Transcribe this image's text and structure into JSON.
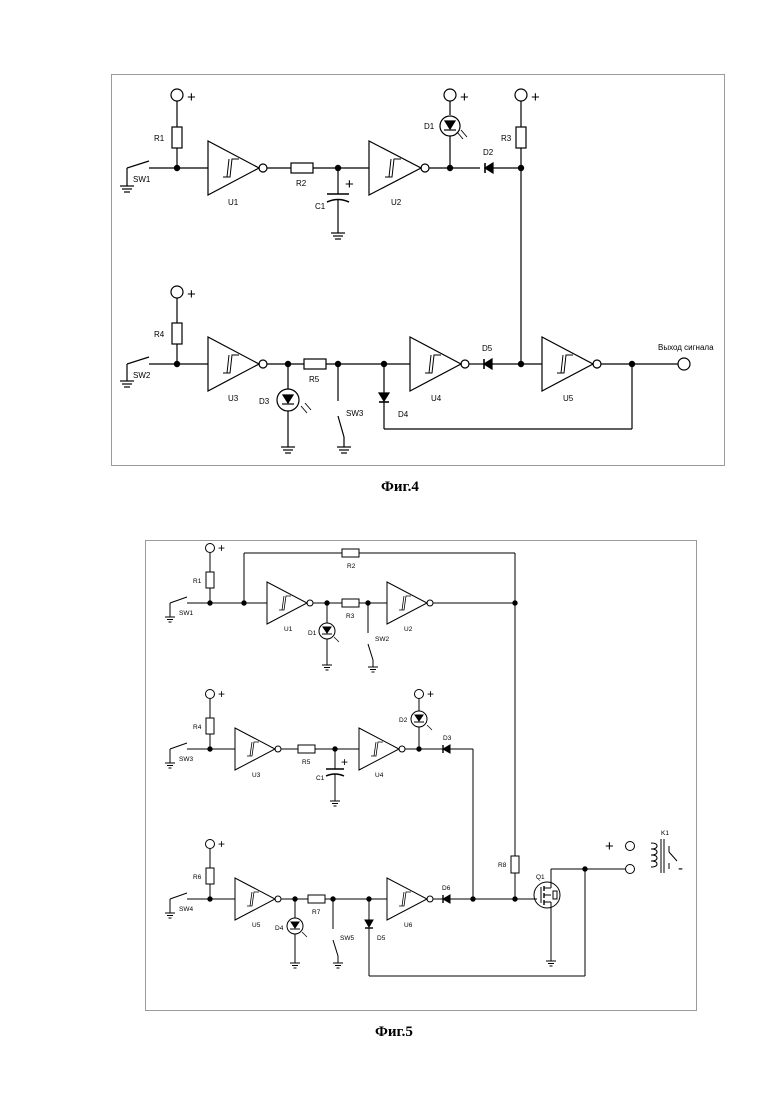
{
  "figures": [
    {
      "id": "fig4",
      "caption": "Фиг.4",
      "plus": "+",
      "output_label": "Выход сигнала",
      "labels": {
        "R1": "R1",
        "R2": "R2",
        "R3": "R3",
        "R4": "R4",
        "R5": "R5",
        "C1": "C1",
        "C1_plus": "+",
        "SW1": "SW1",
        "SW2": "SW2",
        "SW3": "SW3",
        "U1": "U1",
        "U2": "U2",
        "U3": "U3",
        "U4": "U4",
        "U5": "U5",
        "D1": "D1",
        "D2": "D2",
        "D3": "D3",
        "D4": "D4",
        "D5": "D5"
      }
    },
    {
      "id": "fig5",
      "caption": "Фиг.5",
      "plus": "+",
      "minus": "-",
      "labels": {
        "R1": "R1",
        "R2": "R2",
        "R3": "R3",
        "R4": "R4",
        "R5": "R5",
        "R6": "R6",
        "R7": "R7",
        "R8": "R8",
        "C1": "C1",
        "C1_plus": "+",
        "SW1": "SW1",
        "SW2": "SW2",
        "SW3": "SW3",
        "SW4": "SW4",
        "SW5": "SW5",
        "U1": "U1",
        "U2": "U2",
        "U3": "U3",
        "U4": "U4",
        "U5": "U5",
        "U6": "U6",
        "D1": "D1",
        "D2": "D2",
        "D3": "D3",
        "D4": "D4",
        "D5": "D5",
        "D6": "D6",
        "Q1": "Q1",
        "K1": "K1"
      }
    }
  ]
}
